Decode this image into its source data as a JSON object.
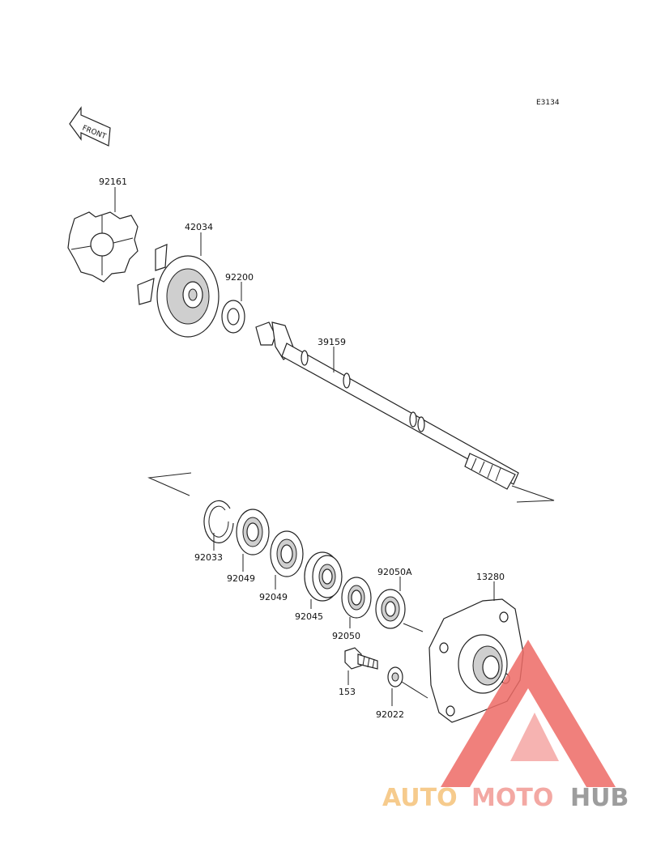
{
  "diagram": {
    "code": "E3134",
    "front_label": "FRONT",
    "parts": [
      {
        "id": "92161"
      },
      {
        "id": "42034"
      },
      {
        "id": "92200"
      },
      {
        "id": "39159"
      },
      {
        "id": "92033"
      },
      {
        "id": "92049"
      },
      {
        "id": "92049"
      },
      {
        "id": "92045"
      },
      {
        "id": "92050"
      },
      {
        "id": "92050A"
      },
      {
        "id": "13280"
      },
      {
        "id": "153"
      },
      {
        "id": "92022"
      }
    ]
  },
  "watermark": {
    "part1": "AUTO",
    "part2": "MOTO",
    "part3": "HUB",
    "colors": {
      "auto": "#f5c27a",
      "moto": "#f29a94",
      "hub": "#8c8c8c",
      "triangle": "#ee6b66"
    }
  }
}
